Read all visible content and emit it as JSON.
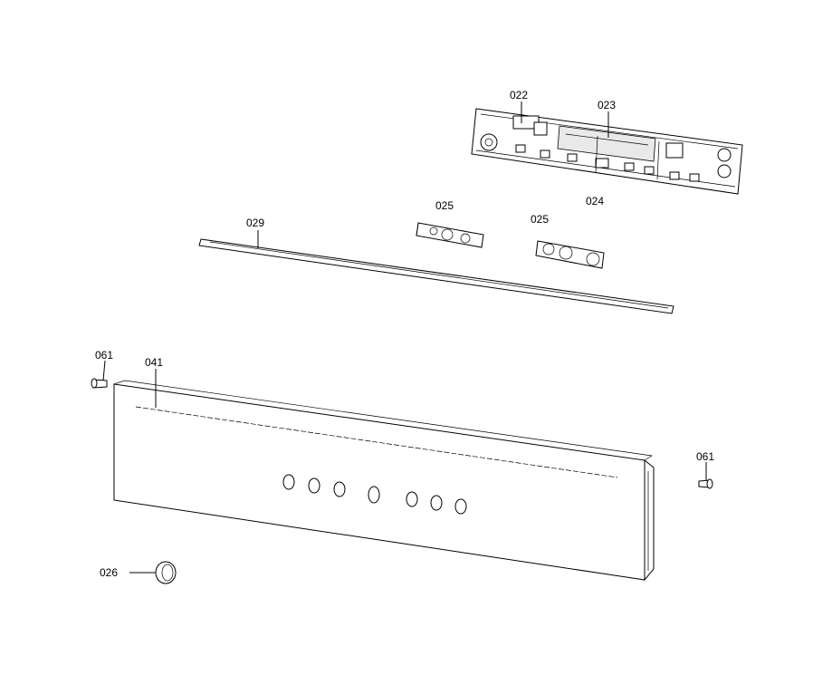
{
  "labels": {
    "p022": "022",
    "p023": "023",
    "p024": "024",
    "p025a": "025",
    "p025b": "025",
    "p029": "029",
    "p061a": "061",
    "p041": "041",
    "p061b": "061",
    "p026": "026"
  }
}
